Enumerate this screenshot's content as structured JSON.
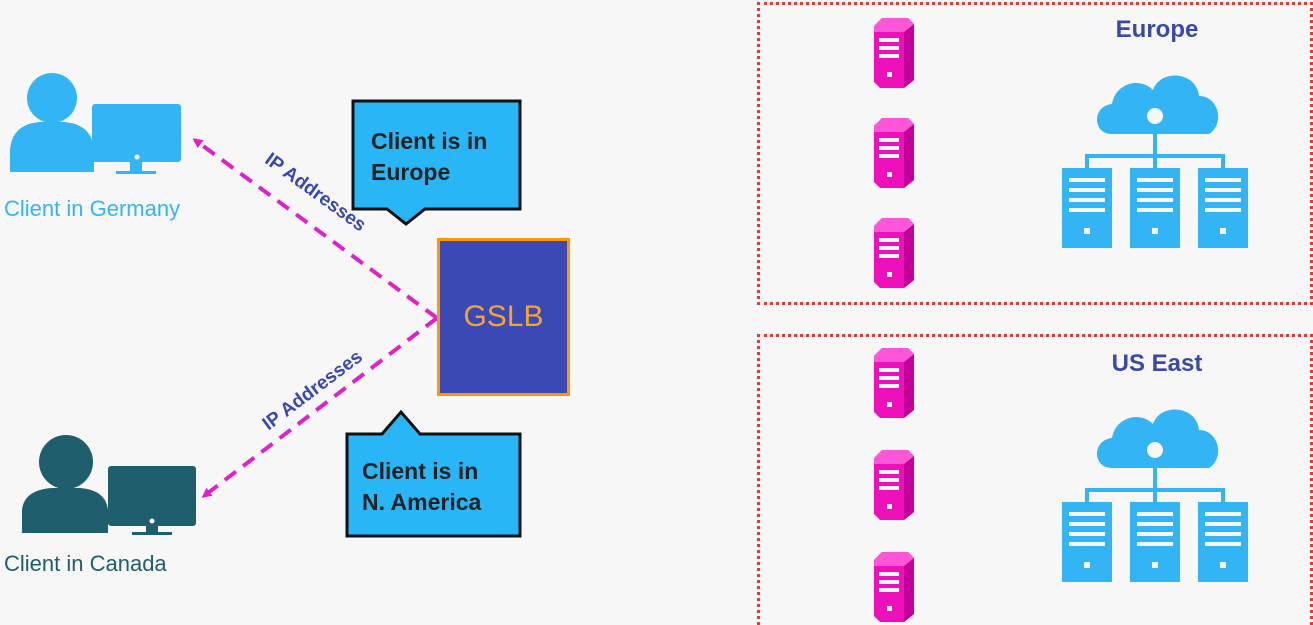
{
  "clients": [
    {
      "label": "Client in Germany"
    },
    {
      "label": "Client in Canada"
    }
  ],
  "gslb": {
    "label": "GSLB"
  },
  "callouts": [
    {
      "lines": [
        "Client is in",
        "Europe"
      ]
    },
    {
      "lines": [
        "Client is in",
        "N. America"
      ]
    }
  ],
  "arrows": [
    {
      "label": "IP Addresses"
    },
    {
      "label": "IP Addresses"
    }
  ],
  "regions": [
    {
      "title": "Europe"
    },
    {
      "title": "US East"
    }
  ],
  "colors": {
    "client_germany": "#33b5f5",
    "client_canada": "#1f5e6c",
    "gslb_fill": "#3a49b6",
    "gslb_border": "#ff9800",
    "gslb_text": "#f2a530",
    "callout_fill": "#29b6f6",
    "arrow": "#e020c8",
    "region_border": "#e53935",
    "server_magenta": "#ee11bb",
    "datacenter_icon": "#33b5f5",
    "title_blue": "#3949ab"
  },
  "icons": [
    "user-desktop-icon",
    "server-tower-icon",
    "cloud-datacenter-icon"
  ]
}
